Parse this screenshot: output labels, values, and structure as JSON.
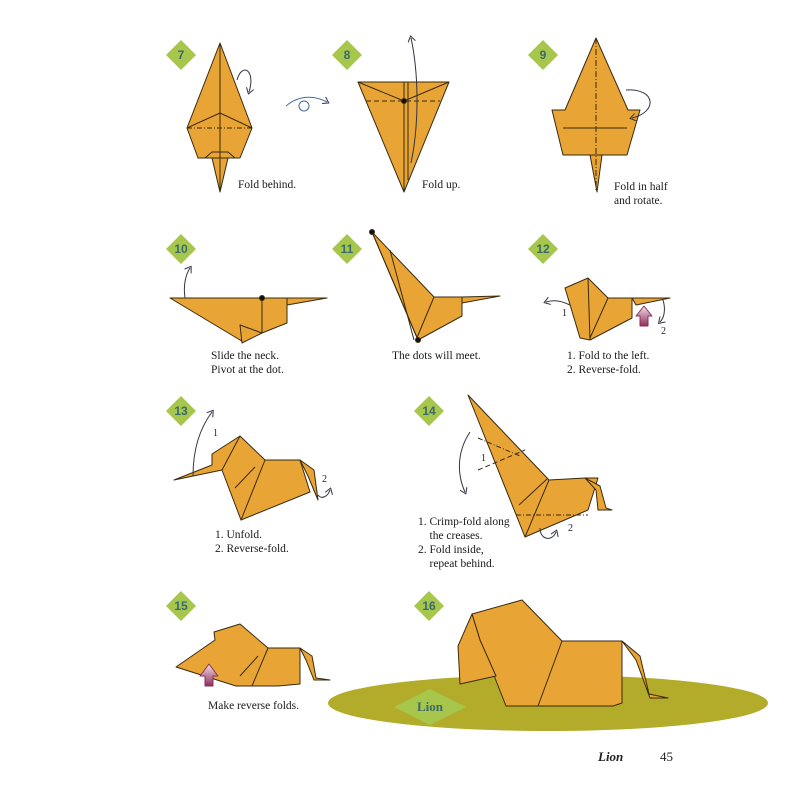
{
  "page": {
    "footer": {
      "title": "Lion",
      "page_number": "45"
    },
    "colors": {
      "paper": "#e8a535",
      "paper_edge": "#3a2a10",
      "badge": "#a6c64c",
      "badge_text": "#3a6a6c",
      "ground": "#b3ac2a",
      "arrow": "#334",
      "push_arrow": "#8c2e5a"
    }
  },
  "steps": [
    {
      "number": "7",
      "caption": "Fold behind."
    },
    {
      "number": "8",
      "caption": "Fold up."
    },
    {
      "number": "9",
      "caption": "Fold in half\nand rotate."
    },
    {
      "number": "10",
      "caption": "Slide the neck.\nPivot at the dot."
    },
    {
      "number": "11",
      "caption": "The dots will meet."
    },
    {
      "number": "12",
      "caption": "1. Fold to the left.\n2. Reverse-fold.",
      "labels": [
        "1",
        "2"
      ]
    },
    {
      "number": "13",
      "caption": "1. Unfold.\n2. Reverse-fold.",
      "labels": [
        "1",
        "2"
      ]
    },
    {
      "number": "14",
      "caption": "1. Crimp-fold along\n    the creases.\n2. Fold inside,\n    repeat behind.",
      "labels": [
        "1",
        "2"
      ]
    },
    {
      "number": "15",
      "caption": "Make reverse folds."
    },
    {
      "number": "16",
      "result_label": "Lion"
    }
  ],
  "icons": [
    "turn-over-icon",
    "fold-arrow-icon",
    "push-arrow-icon"
  ]
}
